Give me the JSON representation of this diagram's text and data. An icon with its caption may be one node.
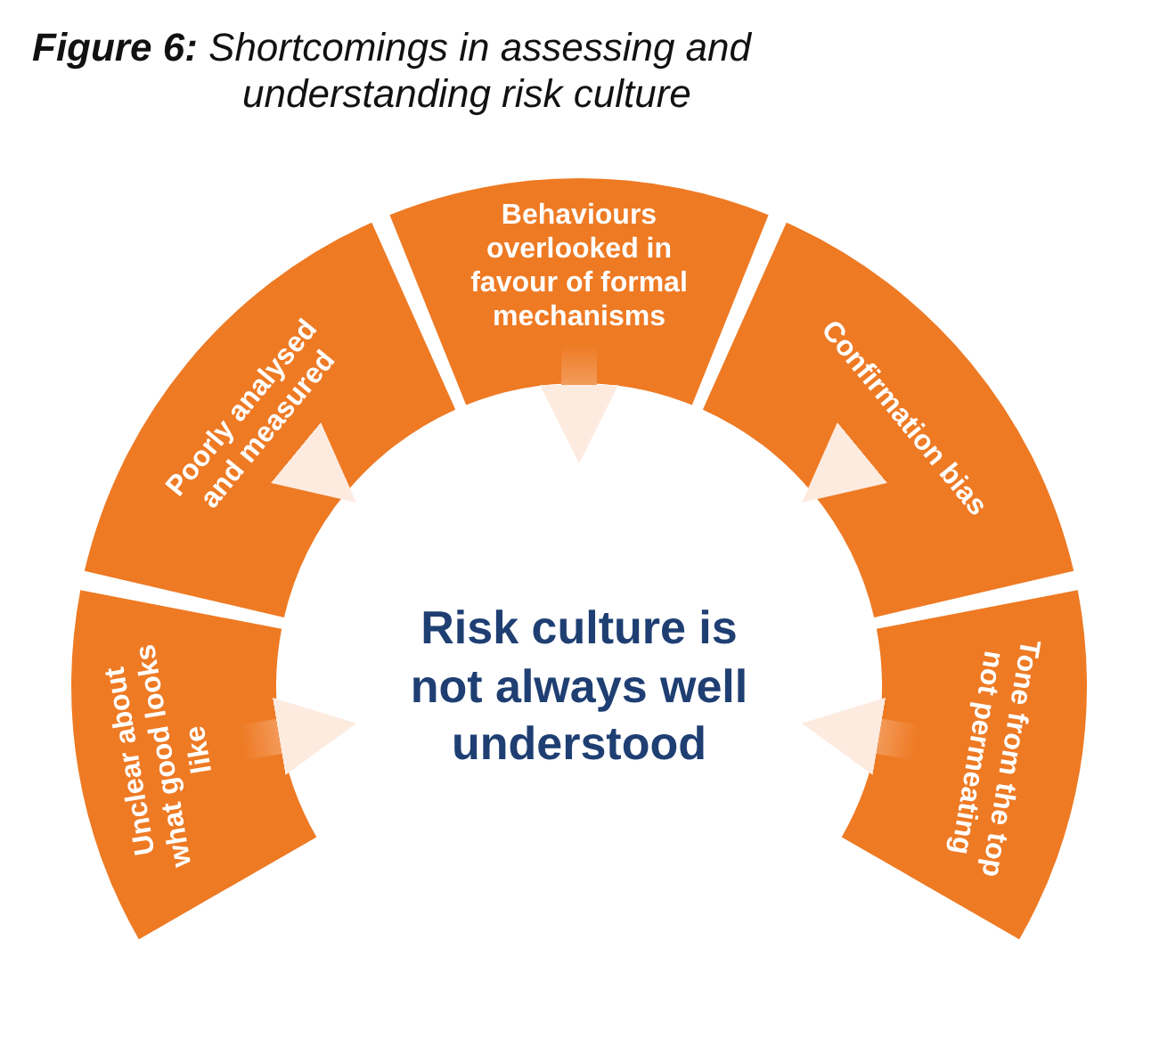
{
  "diagram": {
    "title": "**Figure 6:** Shortcomings in assessing and understanding risk culture",
    "nodes": [
      {
        "text": [
          "Unclear about what good looks like"
        ]
      },
      {
        "text": [
          "Poorly analysed and measured"
        ]
      },
      {
        "text": [
          "Behaviours overlooked in favour of formal mechanisms"
        ]
      },
      {
        "text": [
          "Confirmation bias"
        ]
      },
      {
        "text": [
          "Tone from the top not permeating"
        ]
      },
      {
        "text": [
          "Risk culture is not always well understood"
        ]
      }
    ],
    "edges": [
      {
        "from": 0,
        "to": 5,
        "arrow": "to"
      },
      {
        "from": 1,
        "to": 5,
        "arrow": "to"
      },
      {
        "from": 2,
        "to": 5,
        "arrow": "to"
      },
      {
        "from": 3,
        "to": 5,
        "arrow": "to"
      },
      {
        "from": 4,
        "to": 5,
        "arrow": "to"
      }
    ]
  }
}
